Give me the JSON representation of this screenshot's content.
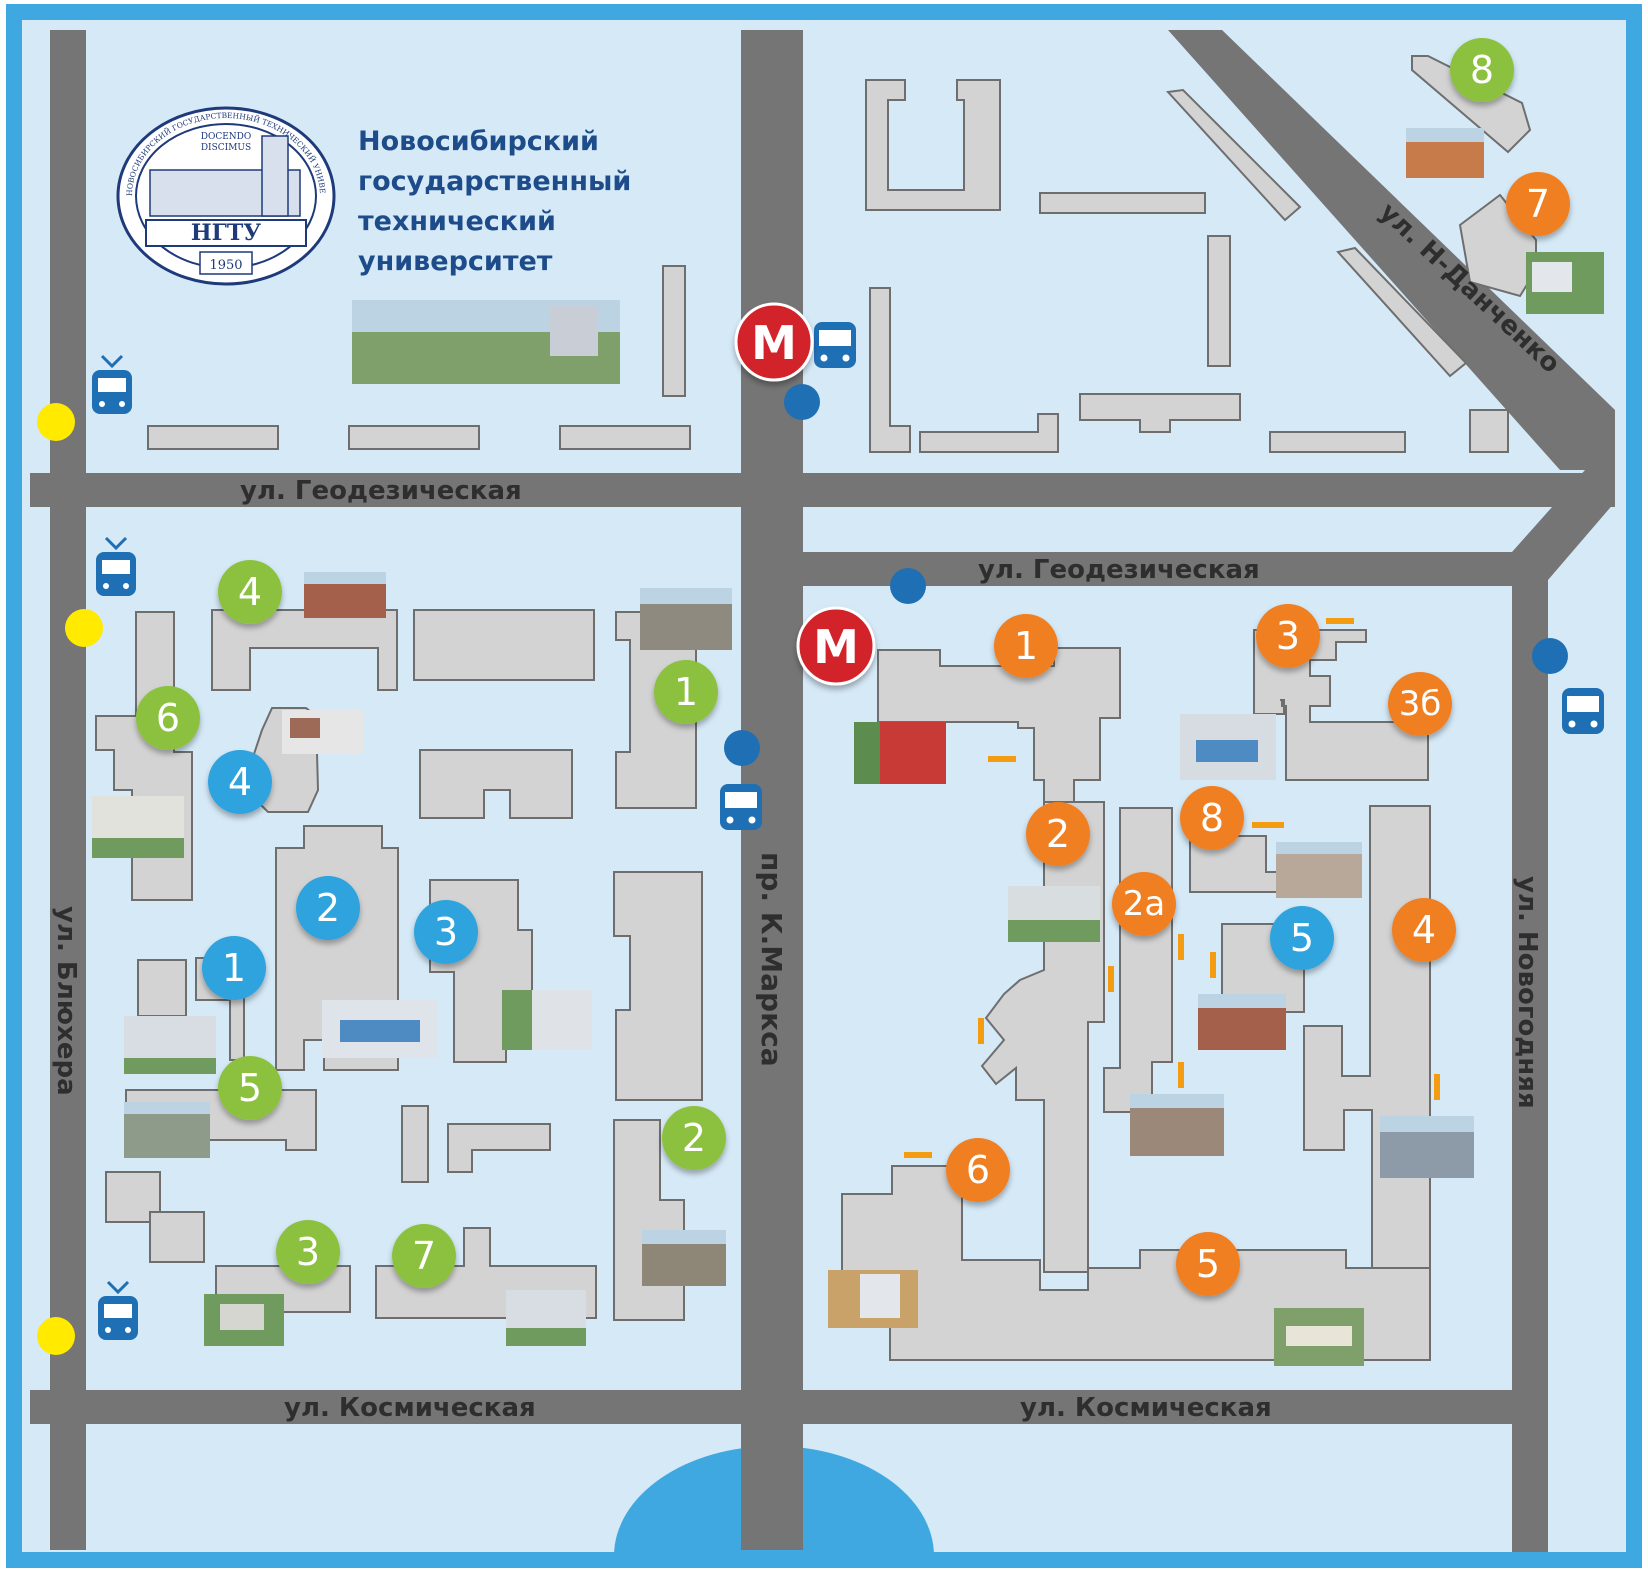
{
  "university": {
    "title_lines": [
      "Новосибирский",
      "государственный",
      "технический",
      "университет"
    ],
    "logo": {
      "abbr": "НГТУ",
      "year": "1950",
      "motto": [
        "DOCENDO",
        "DISCIMUS"
      ],
      "ring_text": "НОВОСИБИРСКИЙ ГОСУДАРСТВЕННЫЙ ТЕХНИЧЕСКИЙ УНИВЕРСИТЕТ"
    }
  },
  "streets": {
    "geodez_top": "ул. Геодезическая",
    "geodez_right": "ул. Геодезическая",
    "kosm_left": "ул. Космическая",
    "kosm_right": "ул. Космическая",
    "marksa": "пр. К.Маркса",
    "blyukhera": "ул. Блюхера",
    "novogodnyaya": "ул. Новогодняя",
    "danchenko": "ул. Н-Данченко"
  },
  "metro_letter": "M",
  "colors": {
    "background": "#d5e9f7",
    "frame": "#3fa8e0",
    "road": "#757575",
    "building": "#d3d3d3",
    "green": "#8cc13f",
    "blue": "#2ea3dd",
    "orange": "#f07f21",
    "metro": "#d2232a",
    "transport": "#1f6fb5",
    "yellow_stop": "#ffea00",
    "blue_stop": "#1f6fb5",
    "entrance": "#f39c12"
  },
  "markers": {
    "green": [
      "8",
      "7",
      "4",
      "6",
      "1",
      "5",
      "2",
      "3",
      "7"
    ],
    "blue": [
      "4",
      "2",
      "3",
      "1"
    ],
    "orange": [
      "1",
      "3",
      "3б",
      "2",
      "8",
      "2а",
      "5",
      "4",
      "6",
      "5"
    ]
  },
  "icons": [
    "tram-icon",
    "bus-icon",
    "metro-icon",
    "bus-stop-icon",
    "tram-stop-icon",
    "building-photo"
  ]
}
